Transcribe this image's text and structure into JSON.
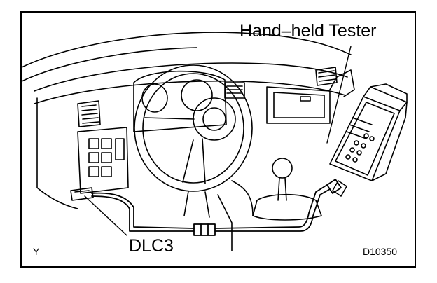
{
  "labels": {
    "tester": "Hand–held Tester",
    "connector": "DLC3",
    "corner_mark": "Y",
    "figure_code": "D10350"
  },
  "colors": {
    "line": "#000000",
    "background": "#ffffff"
  }
}
